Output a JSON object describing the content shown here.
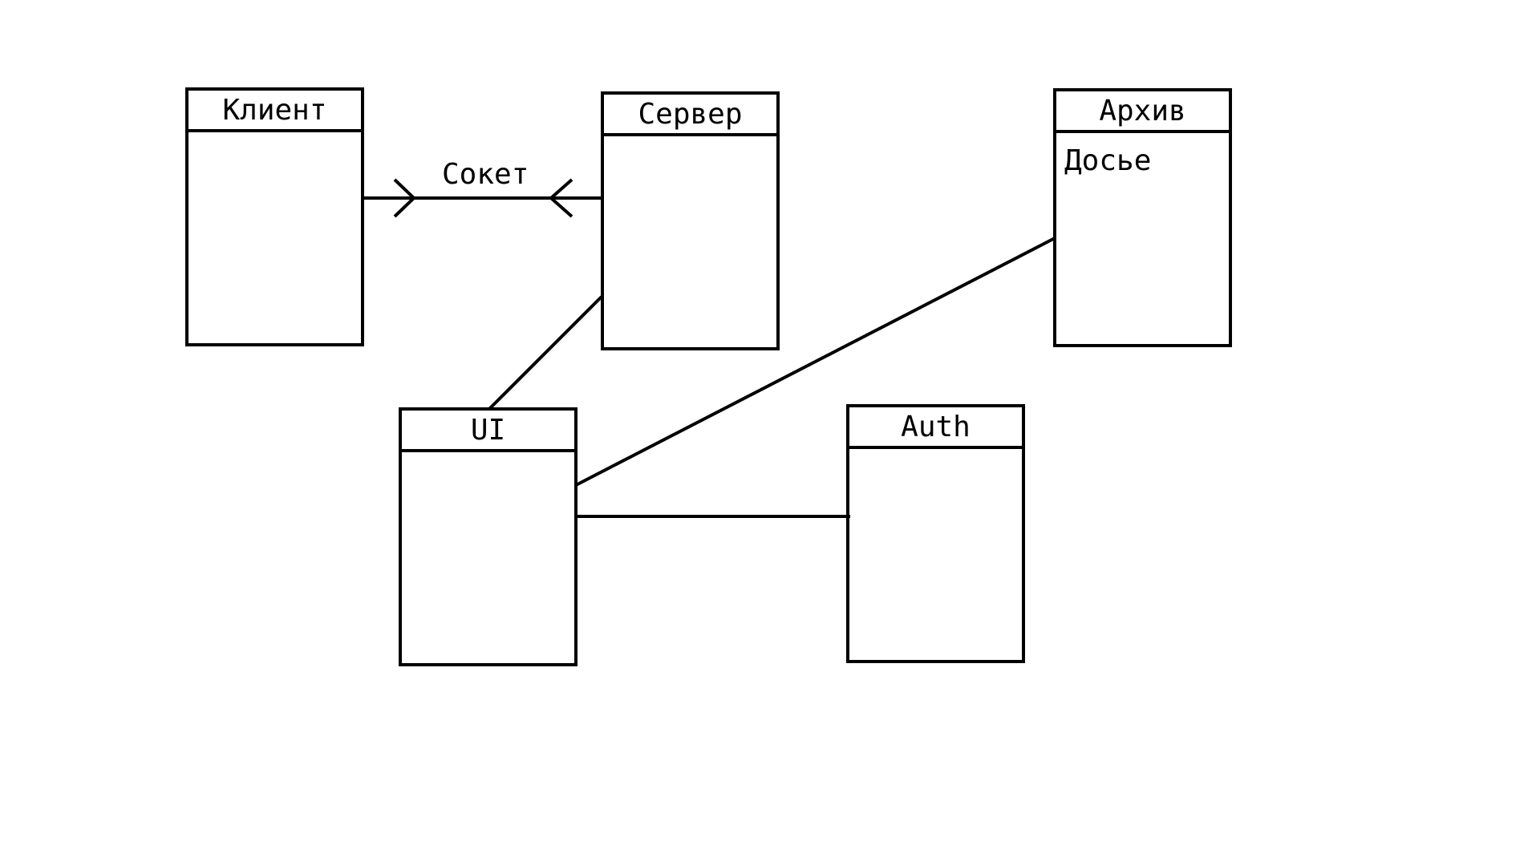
{
  "diagram": {
    "boxes": {
      "client": {
        "title": "Клиент",
        "body": ""
      },
      "server": {
        "title": "Сервер",
        "body": ""
      },
      "archive": {
        "title": "Архив",
        "body": "Досье"
      },
      "ui": {
        "title": "UI",
        "body": ""
      },
      "auth": {
        "title": "Auth",
        "body": ""
      }
    },
    "connections": {
      "client_server": {
        "label": "Сокет",
        "style": "many-to-many"
      },
      "server_ui": {
        "label": ""
      },
      "ui_archive": {
        "label": ""
      },
      "ui_auth": {
        "label": ""
      }
    },
    "colors": {
      "stroke": "#000000",
      "background": "#ffffff"
    }
  }
}
